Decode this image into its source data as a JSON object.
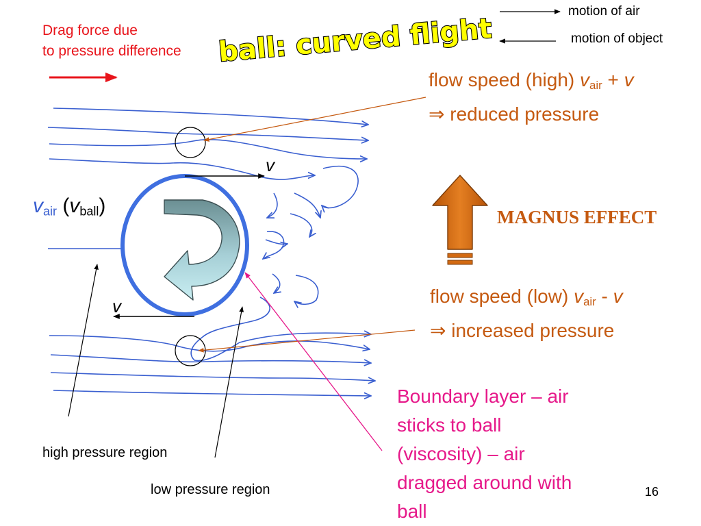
{
  "title": "ball: curved flight",
  "legend": {
    "air": "motion of air",
    "object": "motion of object"
  },
  "drag_force": {
    "line1": "Drag force due",
    "line2": "to pressure difference"
  },
  "top_note": {
    "prefix": "flow speed (high) ",
    "var": "v",
    "sub": "air",
    "op": " + ",
    "var2": "v",
    "line2": "⇒ reduced pressure"
  },
  "bottom_note": {
    "prefix": "flow speed (low) ",
    "var": "v",
    "sub": "air",
    "op": " - ",
    "var2": "v",
    "line2": "⇒ increased pressure"
  },
  "magnus": "MAGNUS EFFECT",
  "velocity_top": "v",
  "velocity_bottom": "v",
  "ball_velocity": {
    "var": "v",
    "sub": "air",
    "paren_open": " (",
    "var2": "v",
    "sub2": "ball",
    "paren_close": ")"
  },
  "boundary": {
    "line1": "Boundary layer – air",
    "line2": "sticks to ball",
    "line3": "(viscosity) – air",
    "line4": "dragged around with",
    "line5": "ball"
  },
  "high_pressure": "high pressure region",
  "low_pressure": "low pressure region",
  "page_number": "16",
  "colors": {
    "flow_lines": "#3a5fd0",
    "ball_outline": "#3f6fe0",
    "drag_arrow": "#e8141b",
    "annotation": "#c55a11",
    "boundary": "#e6198a",
    "spin_arrow": "#8fc4cc",
    "magnus_arrow": "#d36a12"
  },
  "icons": {
    "spin": "curved-spin-arrow-icon",
    "magnus": "up-arrow-icon"
  }
}
